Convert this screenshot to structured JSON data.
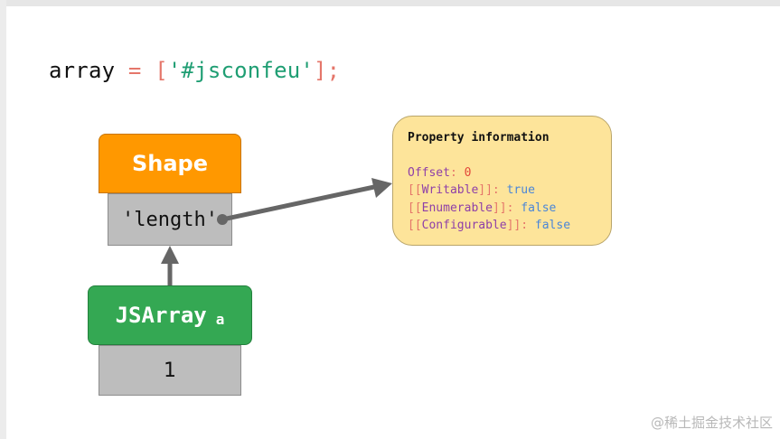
{
  "code": {
    "var": "array",
    "op": "=",
    "open": "[",
    "string": "'#jsconfeu'",
    "close": "];"
  },
  "shape": {
    "title": "Shape",
    "cell": "'length'"
  },
  "jsarray": {
    "title": "JSArray",
    "sub": "a",
    "cell": "1"
  },
  "property": {
    "title": "Property information",
    "offset_label": "Offset",
    "offset_value": "0",
    "writable_label": "Writable",
    "writable_value": "true",
    "enumerable_label": "Enumerable",
    "enumerable_value": "false",
    "configurable_label": "Configurable",
    "configurable_value": "false"
  },
  "watermark": "@稀土掘金技术社区",
  "colors": {
    "shape_header": "#ff9800",
    "jsarray_header": "#34a853",
    "cell_bg": "#bdbdbd",
    "property_bg": "#fde49a",
    "arrow": "#666666"
  }
}
